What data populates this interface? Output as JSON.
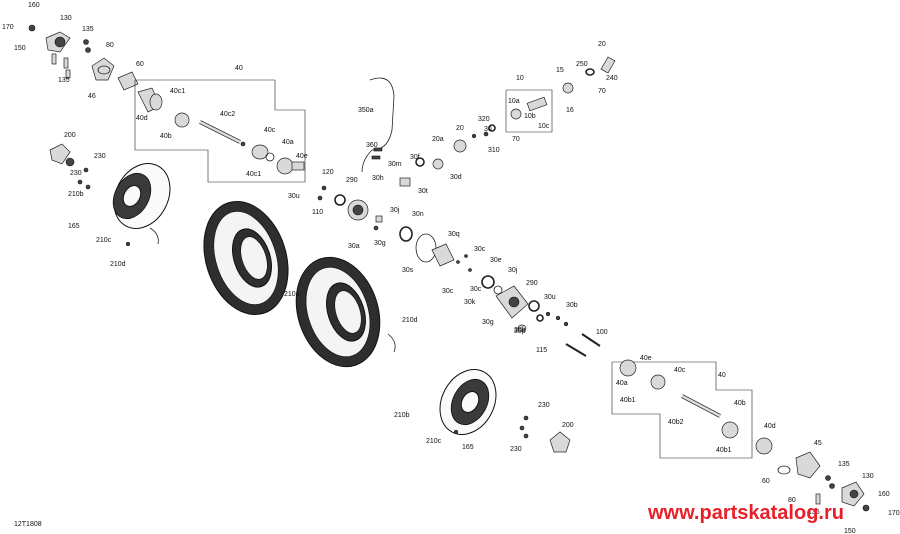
{
  "diagram": {
    "ref_code": "12T1808",
    "watermark": "www.partskatalog.ru",
    "callouts_top_left": [
      "160",
      "130",
      "135",
      "170",
      "150",
      "80",
      "135",
      "46",
      "60",
      "40",
      "40c1",
      "40d",
      "40b",
      "40c2",
      "40c",
      "40a",
      "40c1",
      "40e",
      "200",
      "230",
      "230",
      "210b",
      "165",
      "210c",
      "210d"
    ],
    "callouts_center": [
      "350a",
      "120",
      "110",
      "30u",
      "290",
      "360",
      "30m",
      "30h",
      "30f",
      "20a",
      "20",
      "320",
      "30",
      "310",
      "70",
      "30d",
      "30t",
      "30j",
      "30n",
      "30a",
      "30g",
      "30q",
      "30s",
      "30c",
      "30e",
      "30c",
      "30j",
      "30c",
      "30k",
      "30g",
      "30p",
      "290",
      "30u",
      "30b",
      "115",
      "30b",
      "100"
    ],
    "callouts_top_right": [
      "20",
      "250",
      "240",
      "70",
      "10",
      "15",
      "10a",
      "16",
      "10b",
      "10c"
    ],
    "callouts_tires": [
      "210a",
      "210d",
      "210b",
      "230",
      "200",
      "230",
      "210c",
      "165"
    ],
    "callouts_bottom_right": [
      "40",
      "40e",
      "40c",
      "40a",
      "40b1",
      "40b",
      "40b2",
      "40d",
      "40b1",
      "45",
      "60",
      "80",
      "135",
      "130",
      "135",
      "160",
      "150",
      "170"
    ]
  }
}
